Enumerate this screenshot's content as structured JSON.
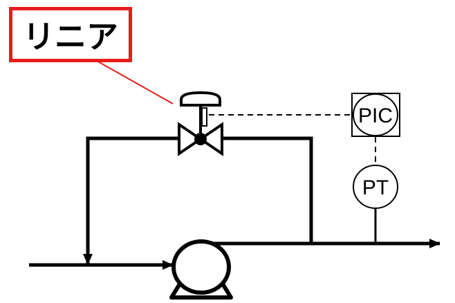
{
  "callout": {
    "label": "リニア",
    "color": "#e81c1c"
  },
  "instruments": {
    "controller": "PIC",
    "transmitter": "PT"
  },
  "icons": [
    "control-valve",
    "pump",
    "flow-arrow"
  ]
}
